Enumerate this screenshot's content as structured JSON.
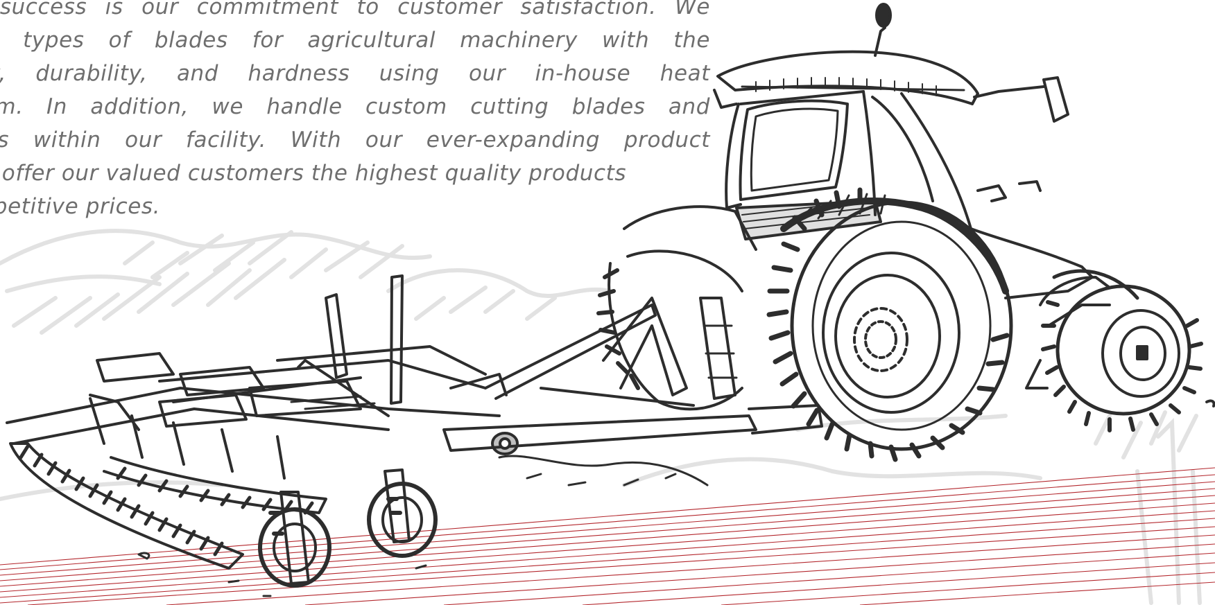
{
  "intro": {
    "lines": [
      "r success is our commitment to customer satisfaction. We",
      "all types of blades for agricultural machinery with the",
      "ity, durability, and hardness using our in-house heat",
      "tem. In addition, we handle custom cutting blades and",
      "ses within our facility. With our ever-expanding product",
      "to offer our valued customers the highest quality products",
      "mpetitive prices."
    ]
  },
  "illustration": {
    "icon": "tractor-with-cultivator-icon",
    "stroke_color": "#2d2d2d",
    "field_line_color": "#b3262c",
    "sketch_color": "#e6e6e6"
  }
}
